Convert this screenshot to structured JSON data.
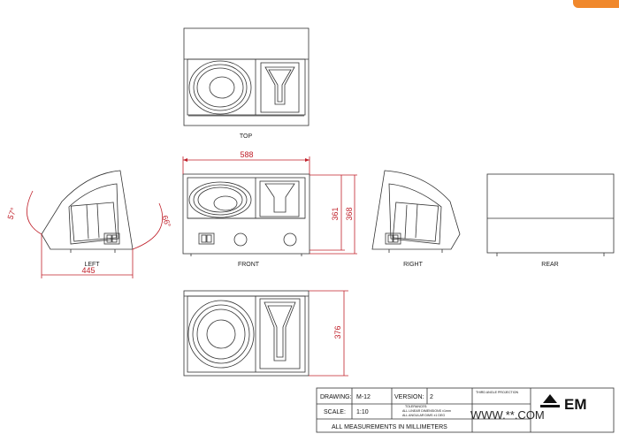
{
  "views": {
    "top": "TOP",
    "front": "FRONT",
    "left": "LEFT",
    "right": "RIGHT",
    "rear": "REAR"
  },
  "dimensions": {
    "width": "588",
    "height_inner": "361",
    "height_outer": "368",
    "depth_side": "445",
    "depth_bottom": "376",
    "angle_left": "57°",
    "angle_right": "66°"
  },
  "title_block": {
    "drawing_label": "DRAWING:",
    "drawing_value": "M-12",
    "version_label": "VERSION:",
    "version_value": "2",
    "scale_label": "SCALE:",
    "scale_value": "1:10",
    "projection": "THIRD ANGLE PROJECTION",
    "tolerances": "TOLERANCES:",
    "tol_linear": "ALL LINEAR DIMENSIONS ±1mm",
    "tol_angular": "ALL ANGULAR DIMS ±1 DEG",
    "measurements": "ALL MEASUREMENTS IN MILLIMETERS",
    "logo": "EM"
  },
  "watermark": {
    "text": "WWW.**.COM"
  },
  "colors": {
    "dimension": "#c0202a",
    "ink": "#333333",
    "corner_button": "#f0882c"
  }
}
